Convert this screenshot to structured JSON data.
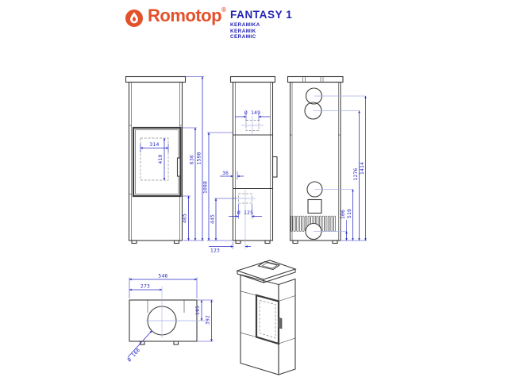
{
  "header": {
    "brand": "Romotop",
    "registered": "®",
    "product": "FANTASY 1",
    "subtitle_lines": [
      "KERAMIKA",
      "KERAMIK",
      "CERAMIC"
    ]
  },
  "icons": {
    "logo": "flame-icon"
  },
  "colors": {
    "brand_orange": "#e4502a",
    "title_blue": "#2323b4",
    "dimension_blue": "#2a2ac6",
    "drawing_line": "#3d3d3d",
    "leader_light_blue": "#aab3e8"
  },
  "views": {
    "front": {
      "dims": {
        "glass_width": "314",
        "glass_height": "410",
        "base_height": "465",
        "door_height": "636",
        "total_height": "1598"
      }
    },
    "side": {
      "dims": {
        "top_flue_diameter": "Ø 149",
        "rear_offset": "36",
        "rear_flue_diameter": "Ø 125",
        "inlet_height": "445",
        "rear_outlet_height": "1088",
        "inlet_offset": "123"
      }
    },
    "back": {
      "dims": {
        "vent_center_height": "106",
        "inlet_center_height": "519",
        "rear_flue_height": "1276",
        "top_flue_height": "1414"
      }
    },
    "plan": {
      "dims": {
        "total_width": "546",
        "center_offset": "273",
        "flue_center_depth": "195",
        "total_depth": "392",
        "flue_diameter": "Ø 168"
      }
    }
  }
}
